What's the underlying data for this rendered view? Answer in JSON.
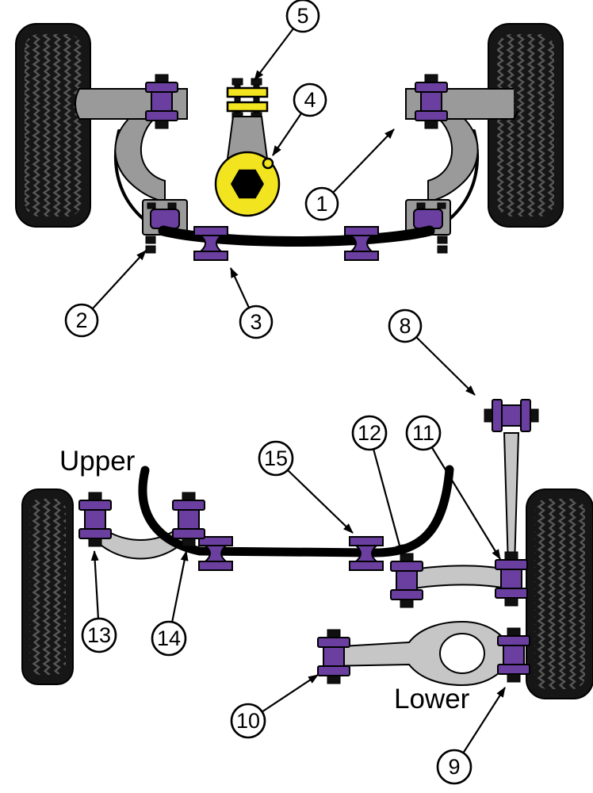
{
  "diagram": {
    "type": "vehicle-suspension-parts-diagram",
    "labels": {
      "upper": "Upper",
      "lower": "Lower"
    },
    "callouts": {
      "c1": "1",
      "c2": "2",
      "c3": "3",
      "c4": "4",
      "c5": "5",
      "c8": "8",
      "c9": "9",
      "c10": "10",
      "c11": "11",
      "c12": "12",
      "c13": "13",
      "c14": "14",
      "c15": "15"
    },
    "colors": {
      "bushing_purple": "#6a3fa0",
      "mount_yellow": "#f2e41f",
      "arm_gray_front": "#9a9a9a",
      "arm_gray_rear": "#c6c6c6",
      "tire_black": "#161616",
      "background": "#ffffff"
    }
  }
}
